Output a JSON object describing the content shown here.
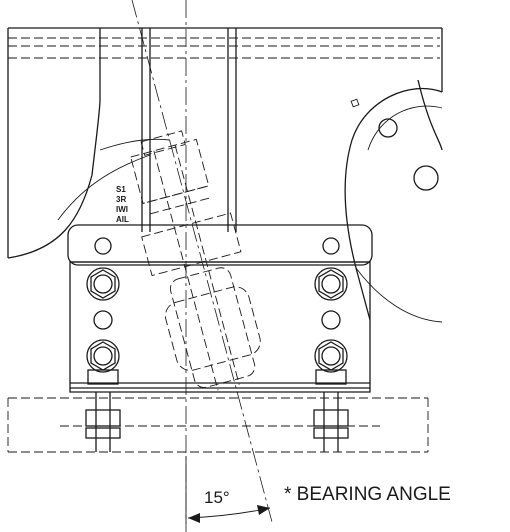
{
  "angle_label": "15°",
  "note_label": "* BEARING ANGLE",
  "stamp_lines": [
    "S1",
    "3R",
    "IWI",
    "AIL"
  ]
}
